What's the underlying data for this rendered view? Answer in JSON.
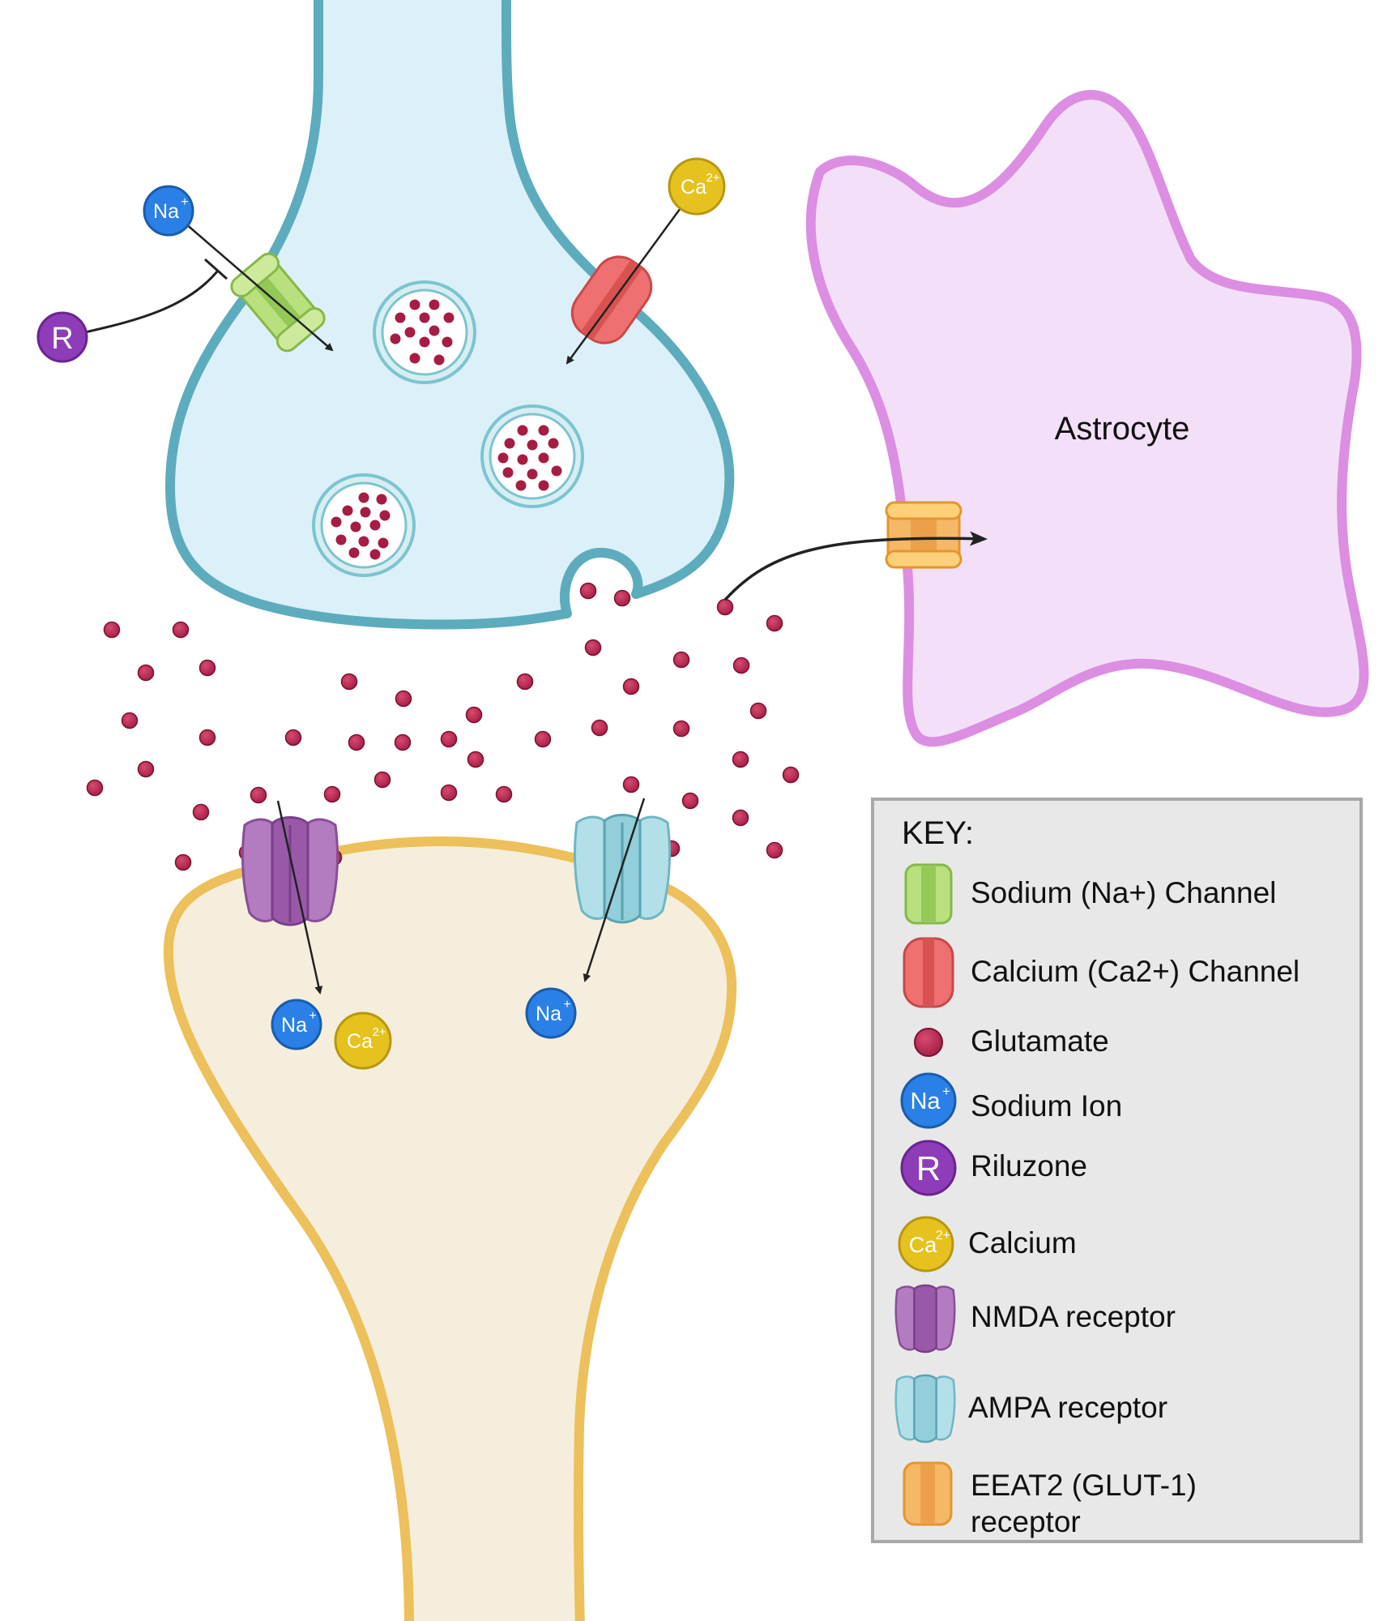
{
  "diagram": {
    "astrocyte_label": "Astrocyte",
    "key_title": "KEY:"
  },
  "ions": {
    "na_text": "Na",
    "na_sup": "+",
    "ca_text": "Ca",
    "ca_sup": "2+",
    "riluzone_text": "R"
  },
  "legend": {
    "items": [
      {
        "symbol": "sodium-channel",
        "label": "Sodium (Na+) Channel"
      },
      {
        "symbol": "calcium-channel",
        "label": "Calcium (Ca2+) Channel"
      },
      {
        "symbol": "glutamate",
        "label": "Glutamate"
      },
      {
        "symbol": "sodium-ion",
        "label": "Sodium Ion"
      },
      {
        "symbol": "riluzone",
        "label": "Riluzone"
      },
      {
        "symbol": "calcium-ion",
        "label": "Calcium"
      },
      {
        "symbol": "nmda-receptor",
        "label": "NMDA receptor"
      },
      {
        "symbol": "ampa-receptor",
        "label": "AMPA receptor"
      },
      {
        "symbol": "eeat2-receptor",
        "label_line1": "EEAT2 (GLUT-1)",
        "label_line2": "receptor"
      }
    ]
  },
  "colors": {
    "presynaptic_fill": "#dcf0f9",
    "presynaptic_stroke": "#5cacbd",
    "postsynaptic_fill": "#f6eedc",
    "postsynaptic_stroke": "#ecc05a",
    "astrocyte_fill": "#f3e0f8",
    "astrocyte_stroke": "#dc8ee2",
    "glutamate": "#a61c43",
    "sodium": "#2a80e6",
    "calcium": "#e6c21e",
    "riluzone": "#8e3cb8",
    "na_channel": "#b9e07f",
    "ca_channel": "#ee7070",
    "nmda": "#a764b1",
    "ampa": "#a4d8e2",
    "eeat2": "#f5b866",
    "key_bg": "#e8e8e8"
  }
}
